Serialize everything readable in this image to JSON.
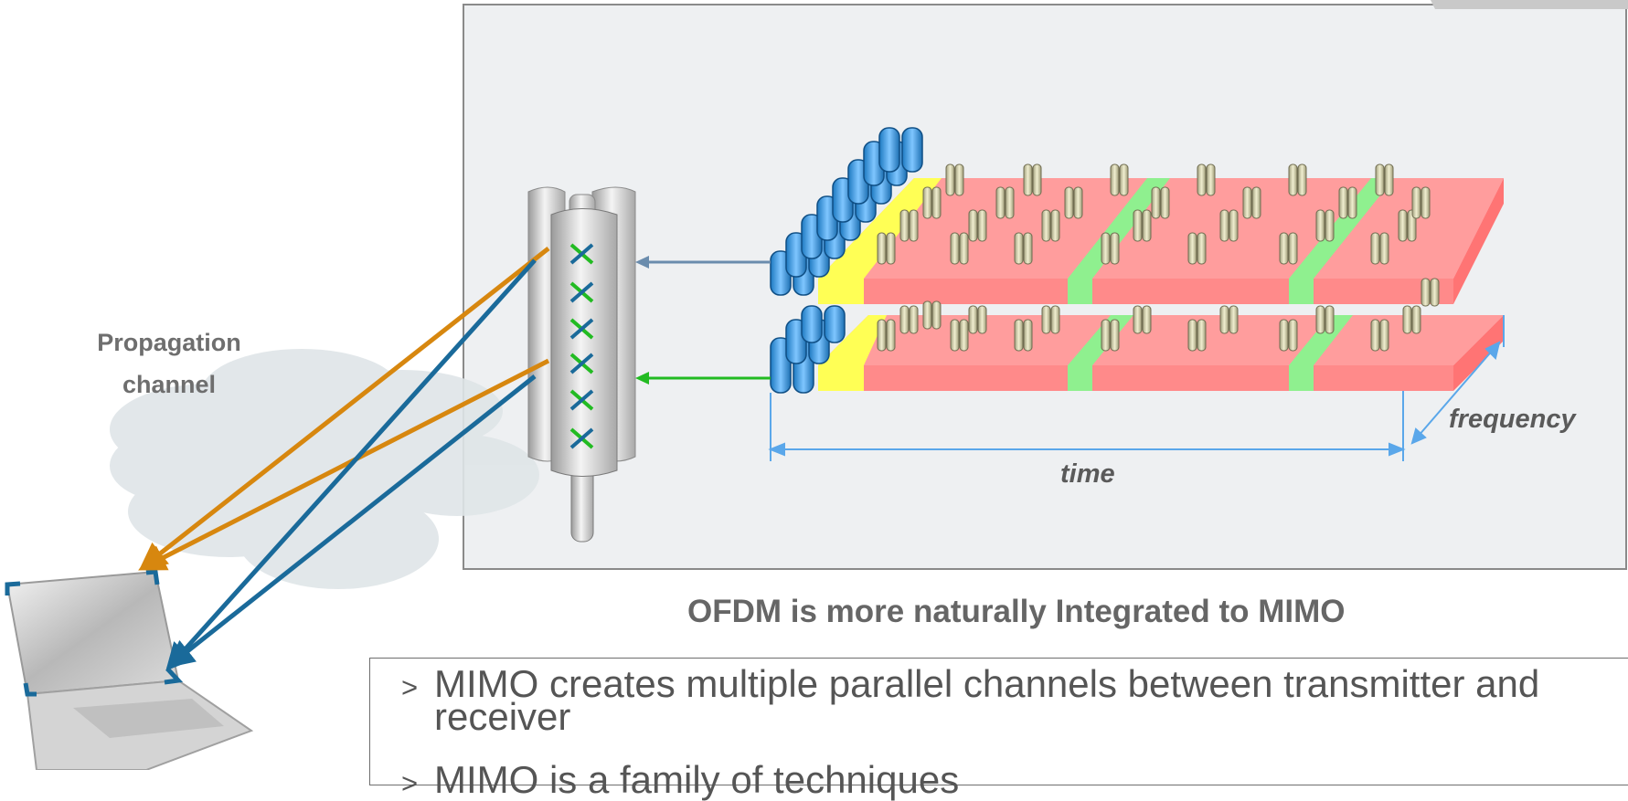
{
  "labels": {
    "propagation": "Propagation\nchannel",
    "frequency": "frequency",
    "time": "time"
  },
  "heading": "OFDM is more naturally Integrated to MIMO",
  "bullets": [
    {
      "marker": ">",
      "text": "MIMO creates multiple parallel channels between transmitter and receiver"
    },
    {
      "marker": ">",
      "text": "MIMO is a family of techniques"
    }
  ],
  "colors": {
    "panel": "#eef0f2",
    "grid_red": "#ff8a8a",
    "grid_red_top": "#ff9d9d",
    "yellow": "#ffff55",
    "green": "#8ff08f",
    "blue_cyl": "#3a9ee6",
    "beam_orange": "#d7870f",
    "beam_blue": "#1a6a9a",
    "axis": "#5aa7ea",
    "arrow_gray": "#6a8cad",
    "arrow_green": "#22bb22"
  },
  "icons": [
    "antenna-tower-icon",
    "laptop-icon",
    "cloud-icon"
  ]
}
